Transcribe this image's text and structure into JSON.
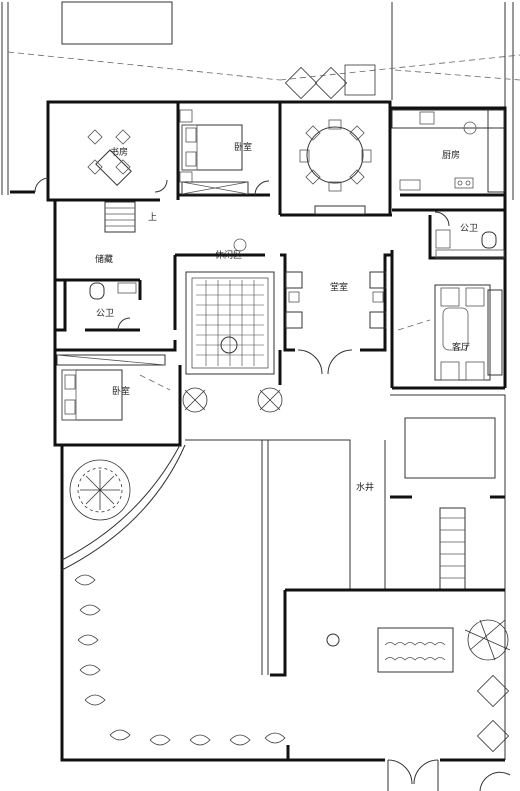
{
  "rooms": {
    "study": "书房",
    "bedroom_upper": "卧室",
    "kitchen": "厨房",
    "storage": "储藏",
    "leisure": "休闲区",
    "hall": "堂室",
    "bath_left": "公卫",
    "bath_right": "公卫",
    "living": "客厅",
    "bedroom_lower": "卧室",
    "stair_up": "上",
    "well": "水井"
  }
}
